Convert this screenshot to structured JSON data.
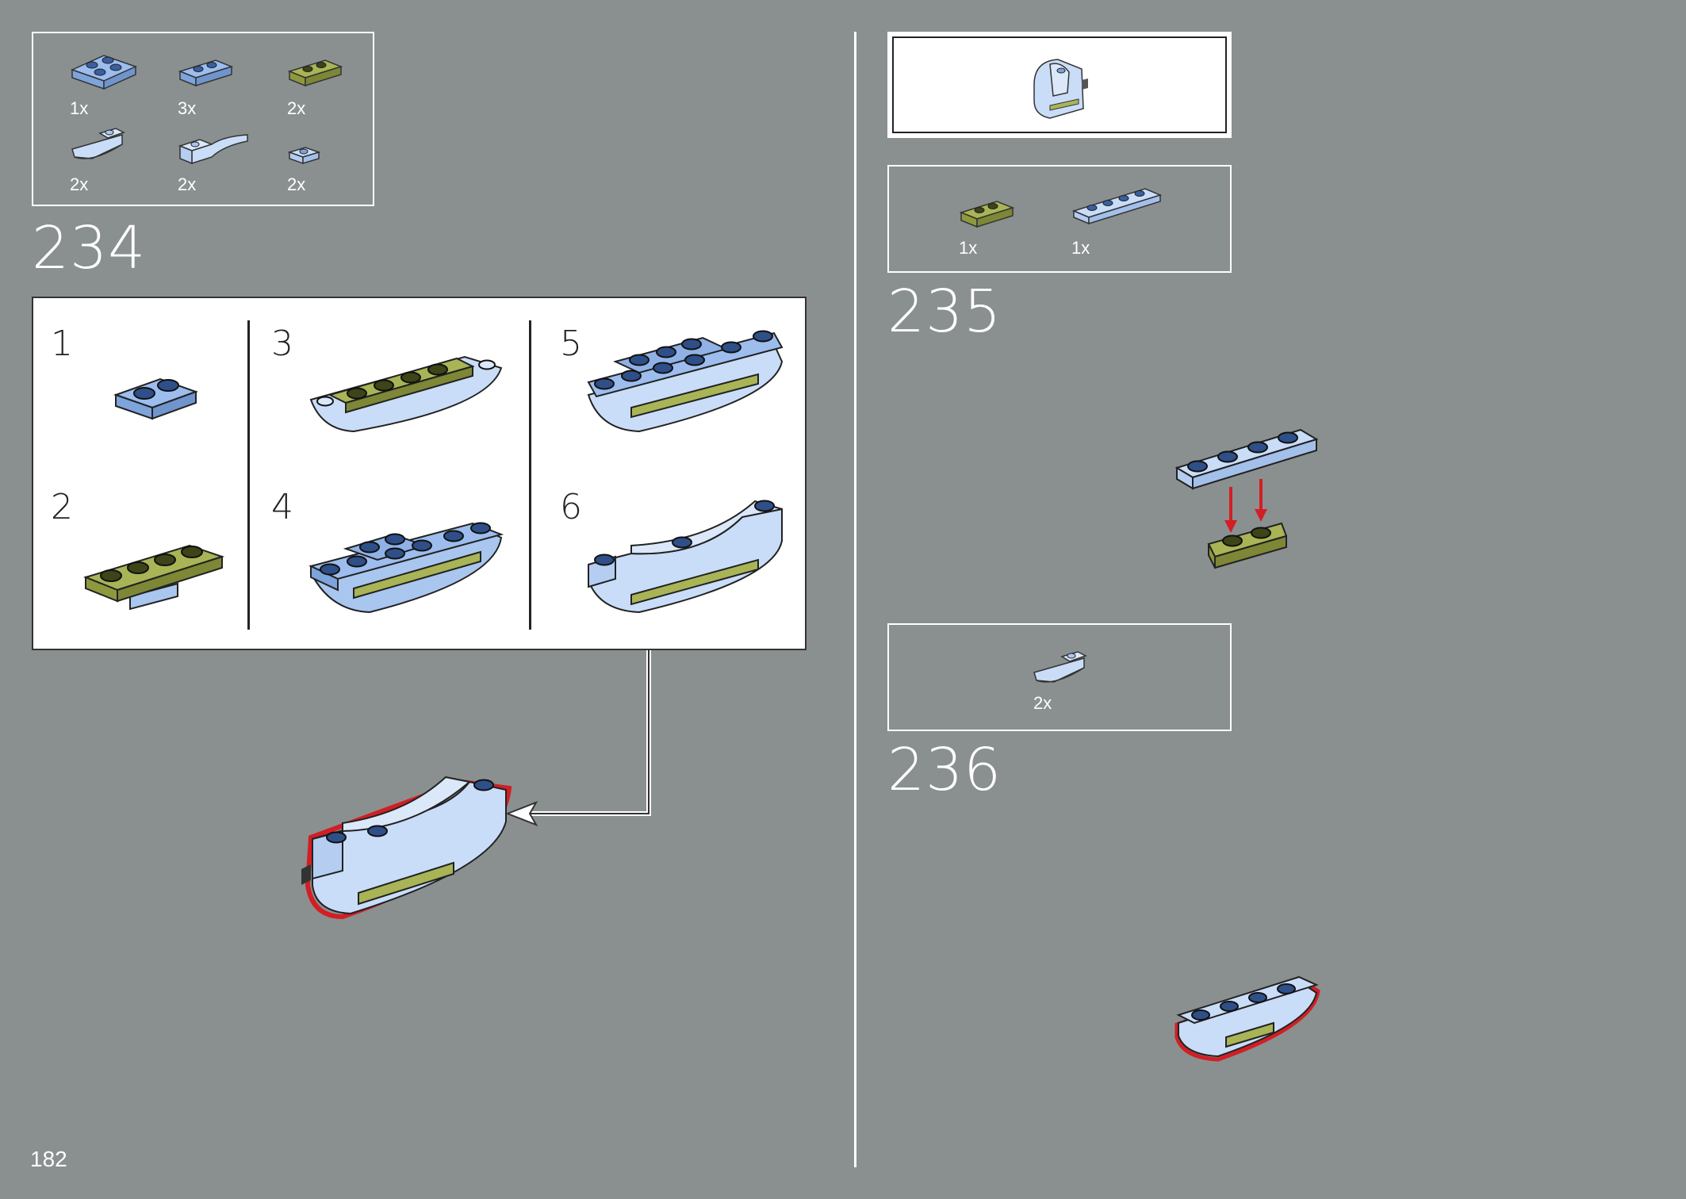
{
  "page_number": "182",
  "steps": {
    "s234": {
      "number": "234"
    },
    "s235": {
      "number": "235"
    },
    "s236": {
      "number": "236"
    }
  },
  "parts_234": {
    "items": [
      {
        "qty": "1x",
        "icon": "blue-plate-2x2-icon",
        "color": "#8fb4e8"
      },
      {
        "qty": "3x",
        "icon": "blue-plate-1x2-icon",
        "color": "#8fb4e8"
      },
      {
        "qty": "2x",
        "icon": "olive-plate-1x2-icon",
        "color": "#9aa64a"
      },
      {
        "qty": "2x",
        "icon": "light-blue-slope-icon",
        "color": "#c7dcf7"
      },
      {
        "qty": "2x",
        "icon": "light-blue-curved-slope-icon",
        "color": "#c7dcf7"
      },
      {
        "qty": "2x",
        "icon": "light-blue-plate-1x1-icon",
        "color": "#c7dcf7"
      }
    ]
  },
  "substeps_234": {
    "labels": [
      "1",
      "2",
      "3",
      "4",
      "5",
      "6"
    ]
  },
  "parts_235": {
    "items": [
      {
        "qty": "1x",
        "icon": "olive-plate-1x2-icon",
        "color": "#9aa64a"
      },
      {
        "qty": "1x",
        "icon": "light-blue-plate-1x4-icon",
        "color": "#c7dcf7"
      }
    ]
  },
  "parts_236": {
    "items": [
      {
        "qty": "2x",
        "icon": "light-blue-slope-icon",
        "color": "#c7dcf7"
      }
    ]
  },
  "colors": {
    "background": "#8a9090",
    "highlight": "#d21e24",
    "arrow": "#d21e24"
  }
}
